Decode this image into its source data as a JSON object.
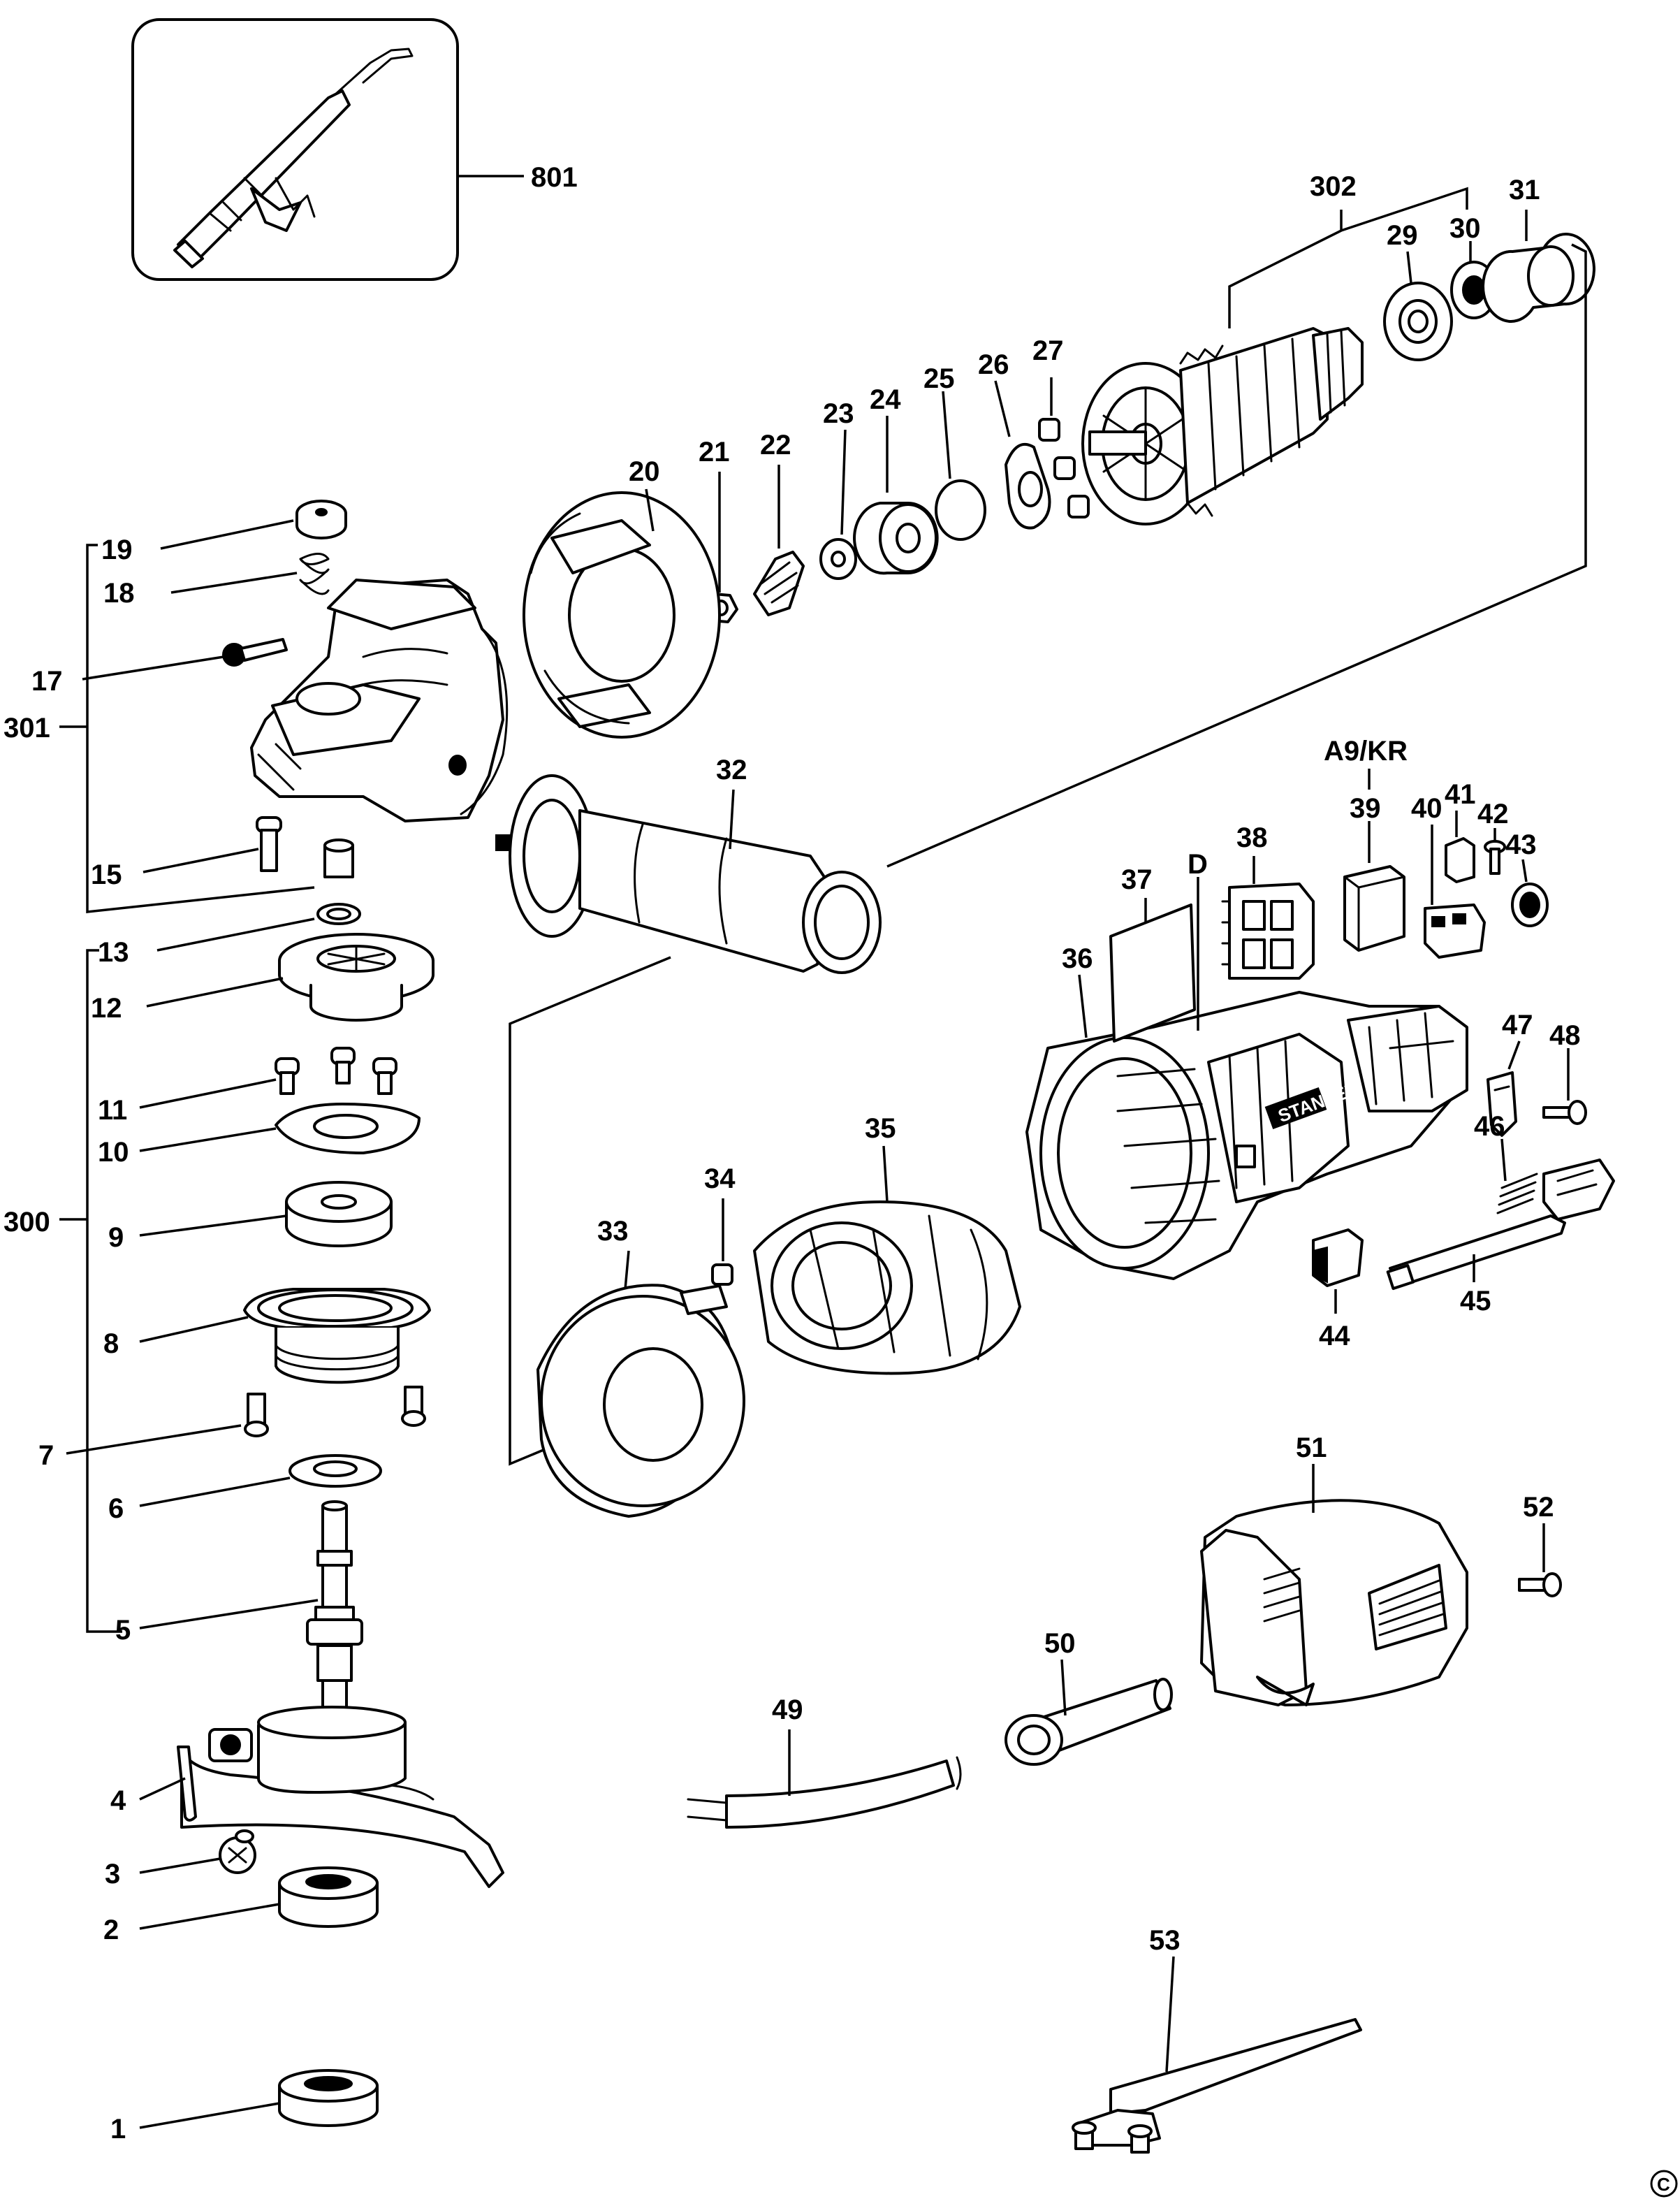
{
  "diagram": {
    "copyright_symbol": "©",
    "brand_text": "STANLEY",
    "part_labels": {
      "p801": "801",
      "p302": "302",
      "p31": "31",
      "p30": "30",
      "p29": "29",
      "p27": "27",
      "p26": "26",
      "p25": "25",
      "p24": "24",
      "p23": "23",
      "p22": "22",
      "p21": "21",
      "p20": "20",
      "p19": "19",
      "p18": "18",
      "p17": "17",
      "p301": "301",
      "p15": "15",
      "p13": "13",
      "p12": "12",
      "p11": "11",
      "p10": "10",
      "p300": "300",
      "p9": "9",
      "p8": "8",
      "p7": "7",
      "p6": "6",
      "p5": "5",
      "p4": "4",
      "p3": "3",
      "p2": "2",
      "p1": "1",
      "p32": "32",
      "pA9KR": "A9/KR",
      "p39": "39",
      "p40": "40",
      "p41": "41",
      "p42": "42",
      "p43": "43",
      "p38": "38",
      "p37": "37",
      "pD": "D",
      "p36": "36",
      "p47": "47",
      "p48": "48",
      "p46": "46",
      "p35": "35",
      "p34": "34",
      "p33": "33",
      "p44": "44",
      "p45": "45",
      "p51": "51",
      "p52": "52",
      "p50": "50",
      "p49": "49",
      "p53": "53"
    }
  }
}
